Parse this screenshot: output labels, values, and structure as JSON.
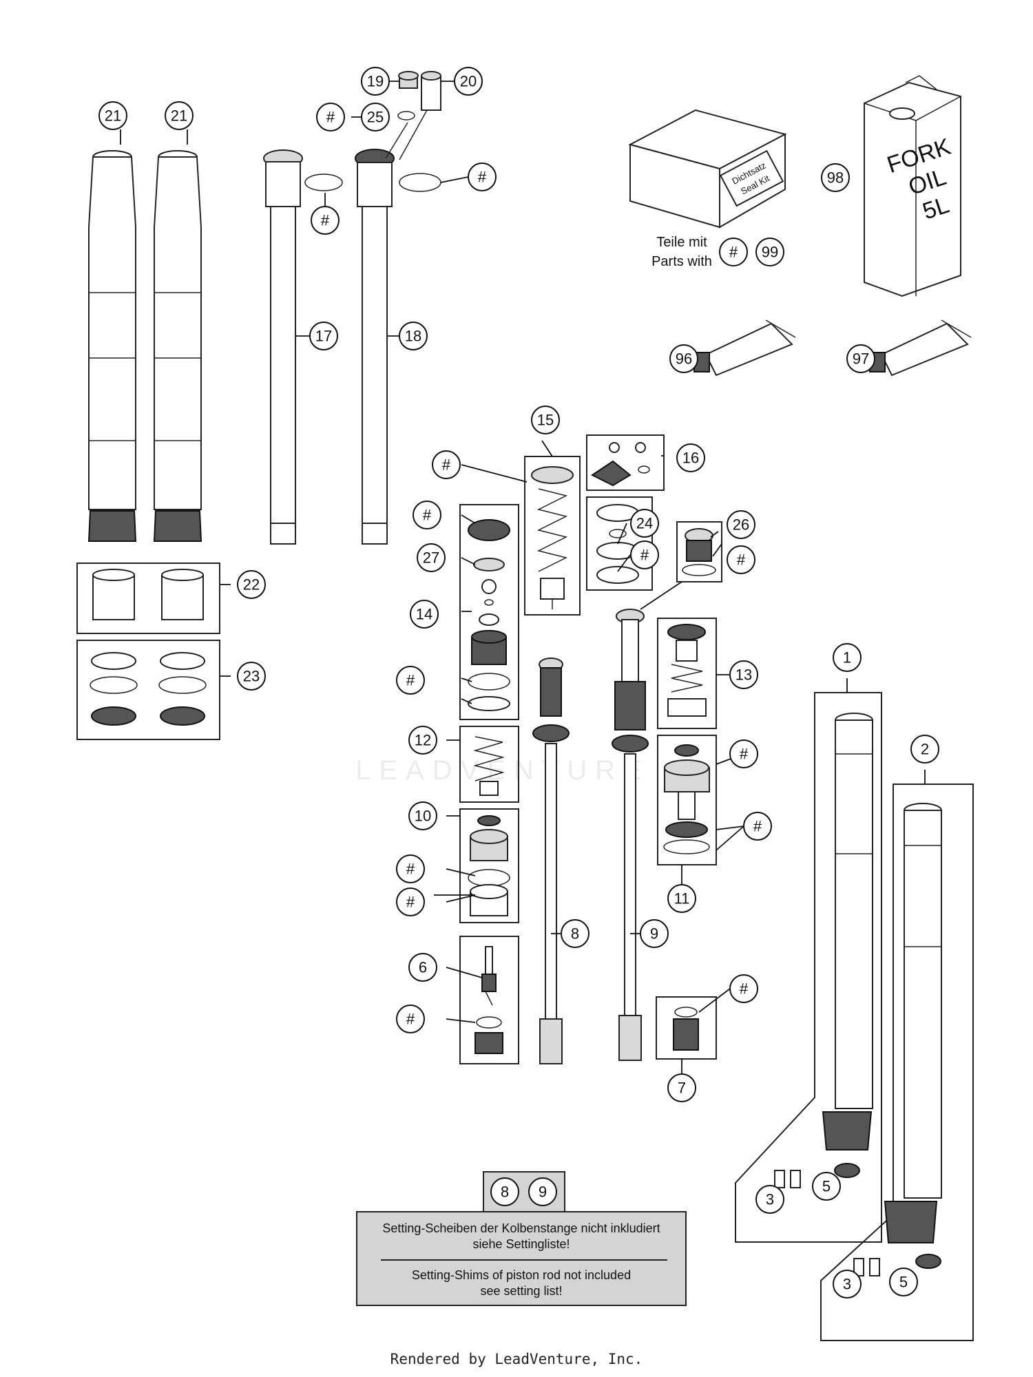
{
  "diagram": {
    "seal_kit": {
      "box_label_de": "Dichtsatz",
      "box_label_en": "Seal Kit",
      "caption_line1": "Teile mit",
      "caption_line2": "Parts with"
    },
    "fork_oil": {
      "line1": "FORK",
      "line2": "OIL",
      "line3": "5L"
    },
    "note": {
      "header_refs": [
        "8",
        "9"
      ],
      "de_line1": "Setting-Scheiben der Kolbenstange nicht inkludiert",
      "de_line2": "siehe Settingliste!",
      "en_line1": "Setting-Shims of piston rod not included",
      "en_line2": "see setting list!"
    },
    "watermark": "LEADVENTURE",
    "footer": "Rendered by LeadVenture, Inc."
  },
  "callouts": [
    "21",
    "21",
    "19",
    "20",
    "#",
    "25",
    "#",
    "#",
    "17",
    "18",
    "98",
    "#",
    "99",
    "96",
    "97",
    "15",
    "16",
    "#",
    "#",
    "24",
    "#",
    "27",
    "26",
    "#",
    "14",
    "22",
    "#",
    "23",
    "13",
    "1",
    "12",
    "#",
    "2",
    "10",
    "#",
    "#",
    "#",
    "11",
    "6",
    "8",
    "9",
    "#",
    "#",
    "7",
    "3",
    "5",
    "3",
    "5"
  ]
}
